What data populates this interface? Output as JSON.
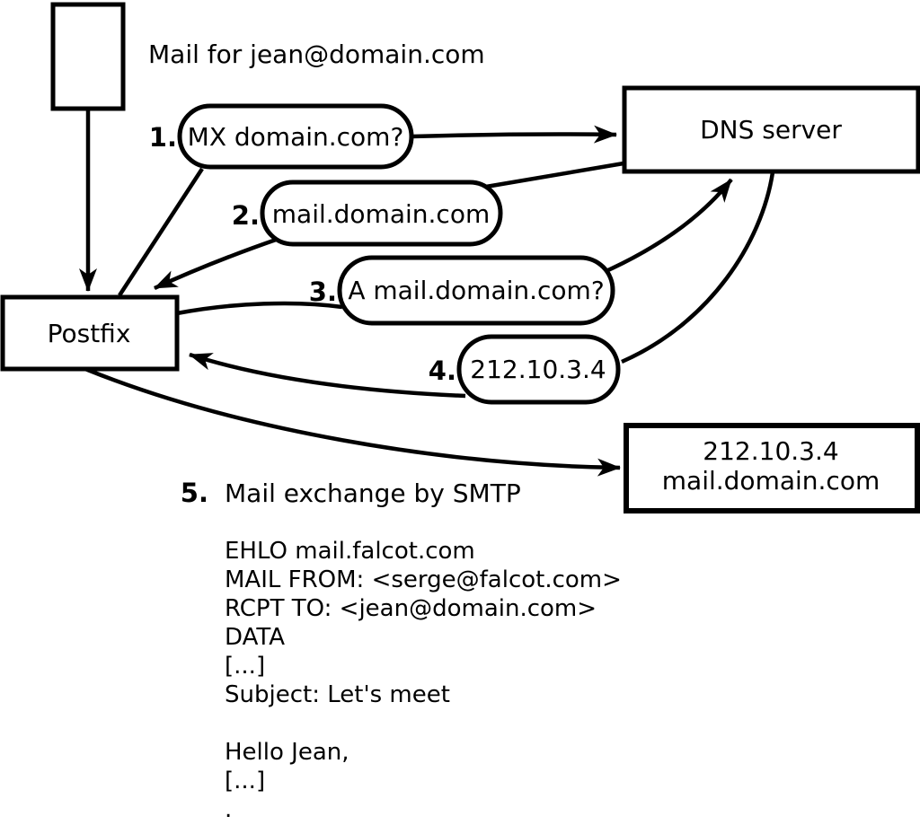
{
  "diagram": {
    "note": "Mail for jean@domain.com",
    "nodes": {
      "postfix": {
        "label": "Postfix"
      },
      "dns": {
        "label": "DNS server"
      },
      "mailserver": {
        "line1": "212.10.3.4",
        "line2": "mail.domain.com"
      }
    },
    "steps": [
      {
        "num": "1.",
        "label": "MX domain.com?"
      },
      {
        "num": "2.",
        "label": "mail.domain.com"
      },
      {
        "num": "3.",
        "label": "A mail.domain.com?"
      },
      {
        "num": "4.",
        "label": "212.10.3.4"
      },
      {
        "num": "5.",
        "label": "Mail exchange by SMTP"
      }
    ],
    "smtp_session": "EHLO mail.falcot.com\nMAIL FROM: <serge@falcot.com>\nRCPT TO: <jean@domain.com>\nDATA\n[...]\nSubject: Let's meet\n\nHello Jean,\n[...]\n.",
    "colors": {
      "stroke": "#000000",
      "background": "#ffffff"
    }
  }
}
